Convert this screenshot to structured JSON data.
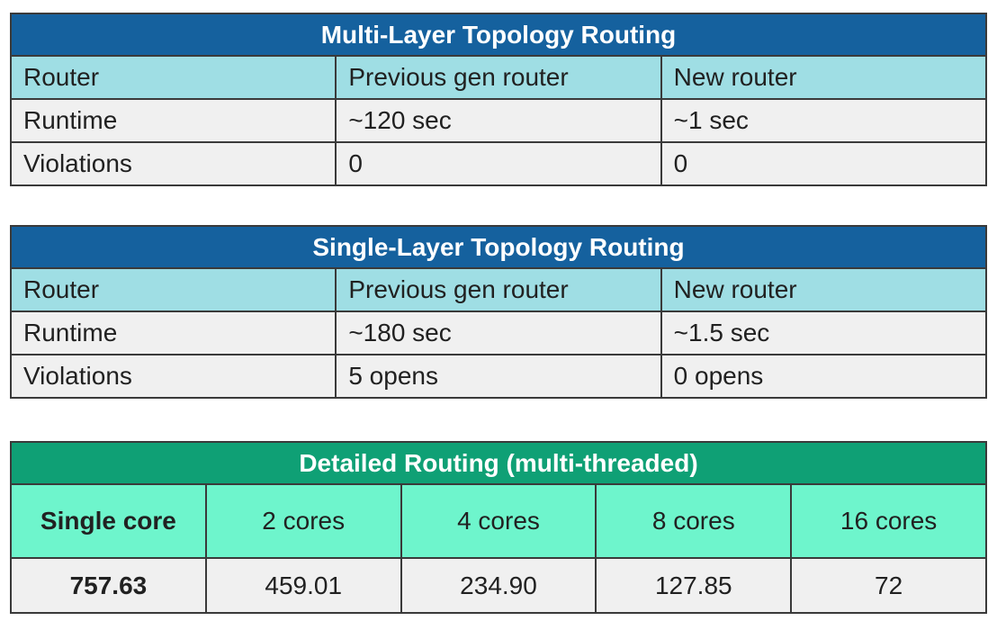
{
  "colors": {
    "blue": "#15619e",
    "green": "#0fa075",
    "cyan": "#9fdee4",
    "mint": "#6ef5cc",
    "row": "#f0f0f0",
    "border": "#3a3a3a",
    "text": "#212121"
  },
  "tables": [
    {
      "title": "Multi-Layer Topology Routing",
      "headers": [
        "Router",
        "Previous gen router",
        "New router"
      ],
      "rows": [
        [
          "Runtime",
          "~120 sec",
          "~1 sec"
        ],
        [
          "Violations",
          "0",
          "0"
        ]
      ]
    },
    {
      "title": "Single-Layer Topology Routing",
      "headers": [
        "Router",
        "Previous gen router",
        "New router"
      ],
      "rows": [
        [
          "Runtime",
          "~180 sec",
          "~1.5 sec"
        ],
        [
          "Violations",
          "5 opens",
          "0 opens"
        ]
      ]
    },
    {
      "title": "Detailed Routing (multi-threaded)",
      "headers": [
        "Single core",
        "2 cores",
        "4 cores",
        "8 cores",
        "16 cores"
      ],
      "rows": [
        [
          "757.63",
          "459.01",
          "234.90",
          "127.85",
          "72"
        ]
      ]
    }
  ]
}
